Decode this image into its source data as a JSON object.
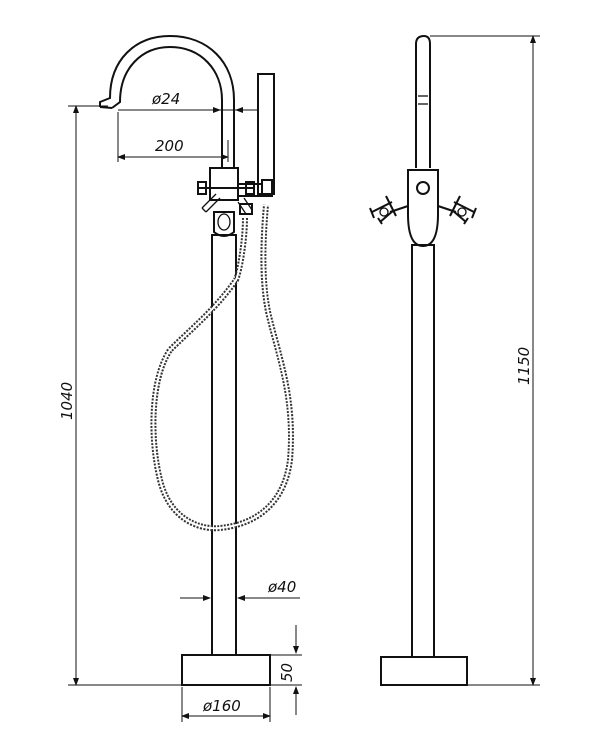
{
  "dimensions": {
    "spout_diameter": "ø24",
    "spout_reach": "200",
    "total_height_left": "1040",
    "total_height_right": "1150",
    "column_diameter": "ø40",
    "base_height": "50",
    "base_diameter": "ø160"
  }
}
